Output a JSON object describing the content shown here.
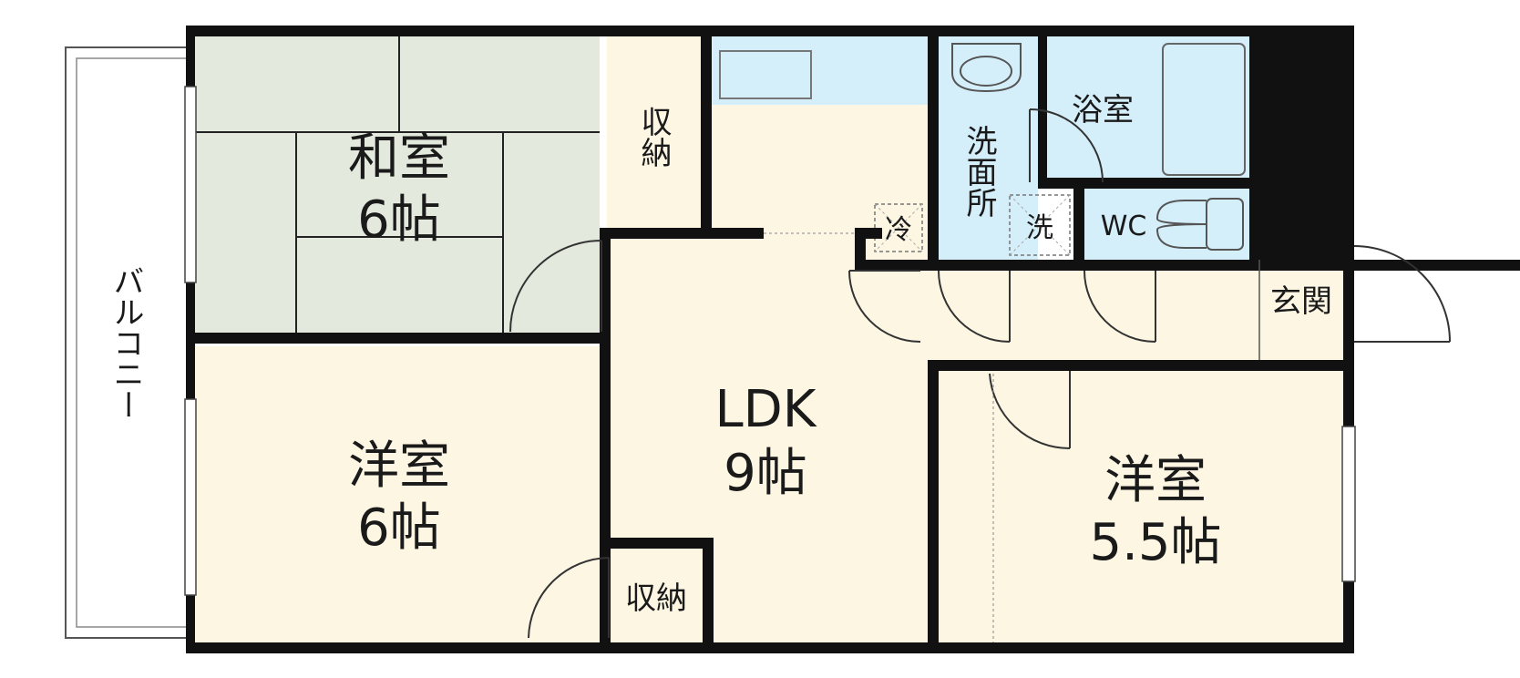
{
  "rooms": {
    "washitsu": {
      "name": "和室",
      "size": "6帖"
    },
    "youshitsu_left": {
      "name": "洋室",
      "size": "6帖"
    },
    "ldk": {
      "name": "LDK",
      "size": "9帖"
    },
    "youshitsu_right": {
      "name": "洋室",
      "size": "5.5帖"
    },
    "storage_top": {
      "name": "収納"
    },
    "storage_bottom": {
      "name": "収納"
    },
    "bath": {
      "name": "浴室"
    },
    "washroom": {
      "name": "洗面所"
    },
    "toilet": {
      "name": "WC"
    },
    "entrance": {
      "name": "玄関"
    },
    "balcony": {
      "name": "バルコニー"
    }
  },
  "fixtures": {
    "fridge": "冷",
    "washer": "洗"
  },
  "colors": {
    "wall": "#111111",
    "tatami": "#e3e9dc",
    "floor": "#fdf6e3",
    "storage": "#fbe4ee",
    "water": "#d4eefa",
    "balcony": "#ffffff"
  }
}
